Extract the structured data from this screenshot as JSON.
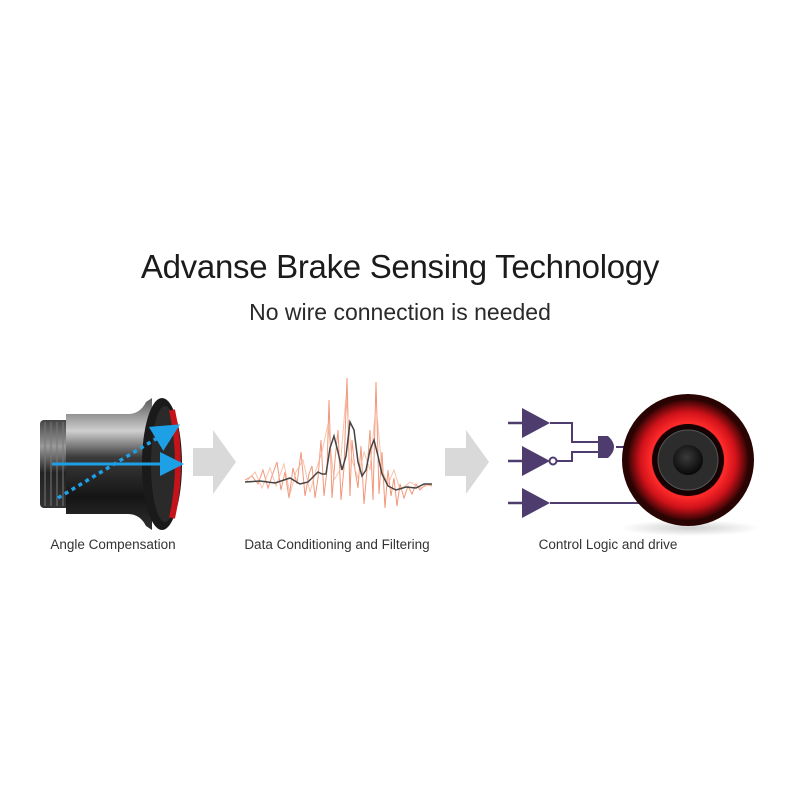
{
  "title": "Advanse Brake Sensing Technology",
  "subtitle": "No wire connection is needed",
  "stages": [
    {
      "caption": "Angle Compensation"
    },
    {
      "caption": "Data Conditioning and Filtering"
    },
    {
      "caption": "Control Logic and drive"
    }
  ],
  "colors": {
    "arrow_blue": "#1ea0e6",
    "signal_raw": "#f08c6a",
    "signal_filtered": "#444444",
    "logic_purple": "#4f3c6e",
    "light_red": "#e0161c",
    "step_arrow": "#d9d9d9"
  }
}
